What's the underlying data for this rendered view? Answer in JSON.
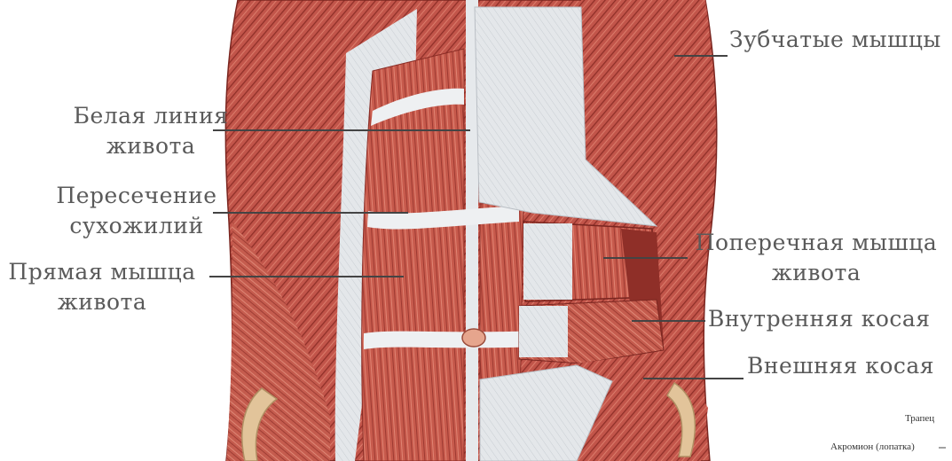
{
  "labels": {
    "serratus": "Зубчатые мышцы",
    "linea_alba": [
      "Белая линия",
      "живота"
    ],
    "tendinous": [
      "Пересечение",
      "сухожилий"
    ],
    "rectus": [
      "Прямая мышца",
      "живота"
    ],
    "transversus": [
      "Поперечная мышца",
      "живота"
    ],
    "internal_oblique": "Внутренняя косая",
    "external_oblique": "Внешняя косая",
    "trapezius_fragment": "Трапец",
    "acromion_fragment": "Акромион (лопатка)"
  },
  "colors": {
    "muscle": "#c4574b",
    "muscle_dark": "#8f2f28",
    "muscle_light": "#dd8470",
    "tendon": "#dfe3e6",
    "bone": "#e2c49a",
    "label_text": "#5a5a5a",
    "leader_line": "#444444"
  }
}
